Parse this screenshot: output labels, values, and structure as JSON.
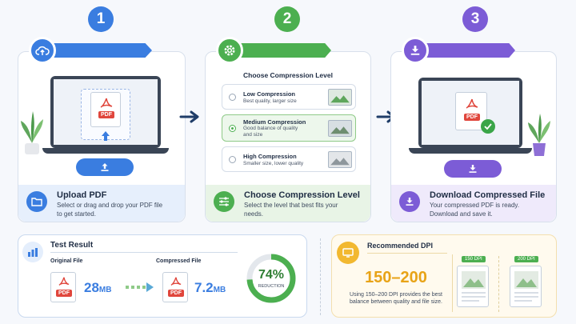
{
  "steps": [
    {
      "number": "1",
      "title": "Upload PDF",
      "description": "Select or drag and drop your PDF file to get started.",
      "pdf_tag": "PDF",
      "icon": "cloud-upload-icon"
    },
    {
      "number": "2",
      "heading": "Choose Compression Level",
      "title": "Choose Compression Level",
      "description": "Select the level that best fits your needs.",
      "icon": "gear-icon",
      "options": [
        {
          "title": "Low Compression",
          "desc": "Best quality, larger size"
        },
        {
          "title": "Medium Compression",
          "desc": "Good balance of quality and size"
        },
        {
          "title": "High Compression",
          "desc": "Smaller size, lower quality"
        }
      ]
    },
    {
      "number": "3",
      "title": "Download Compressed File",
      "description": "Your compressed PDF is ready. Download and save it.",
      "pdf_tag": "PDF",
      "icon": "download-icon"
    }
  ],
  "test_result": {
    "title": "Test Result",
    "original_label": "Original File",
    "original_size": "28",
    "original_unit": "MB",
    "compressed_label": "Compressed File",
    "compressed_size": "7.2",
    "compressed_unit": "MB",
    "reduction_value": "74%",
    "reduction_fraction": 0.74,
    "reduction_label": "REDUCTION",
    "pdf_tag": "PDF"
  },
  "dpi": {
    "title": "Recommended DPI",
    "range": "150–200",
    "description": "Using 150–200 DPI provides the best balance between quality and file size.",
    "sample_1": "150 DPI",
    "sample_2": "200 DPI"
  },
  "colors": {
    "blue": "#3a7de0",
    "green": "#4caf50",
    "purple": "#7c5cd6",
    "navy": "#1f3d68",
    "orange": "#f2b830"
  }
}
